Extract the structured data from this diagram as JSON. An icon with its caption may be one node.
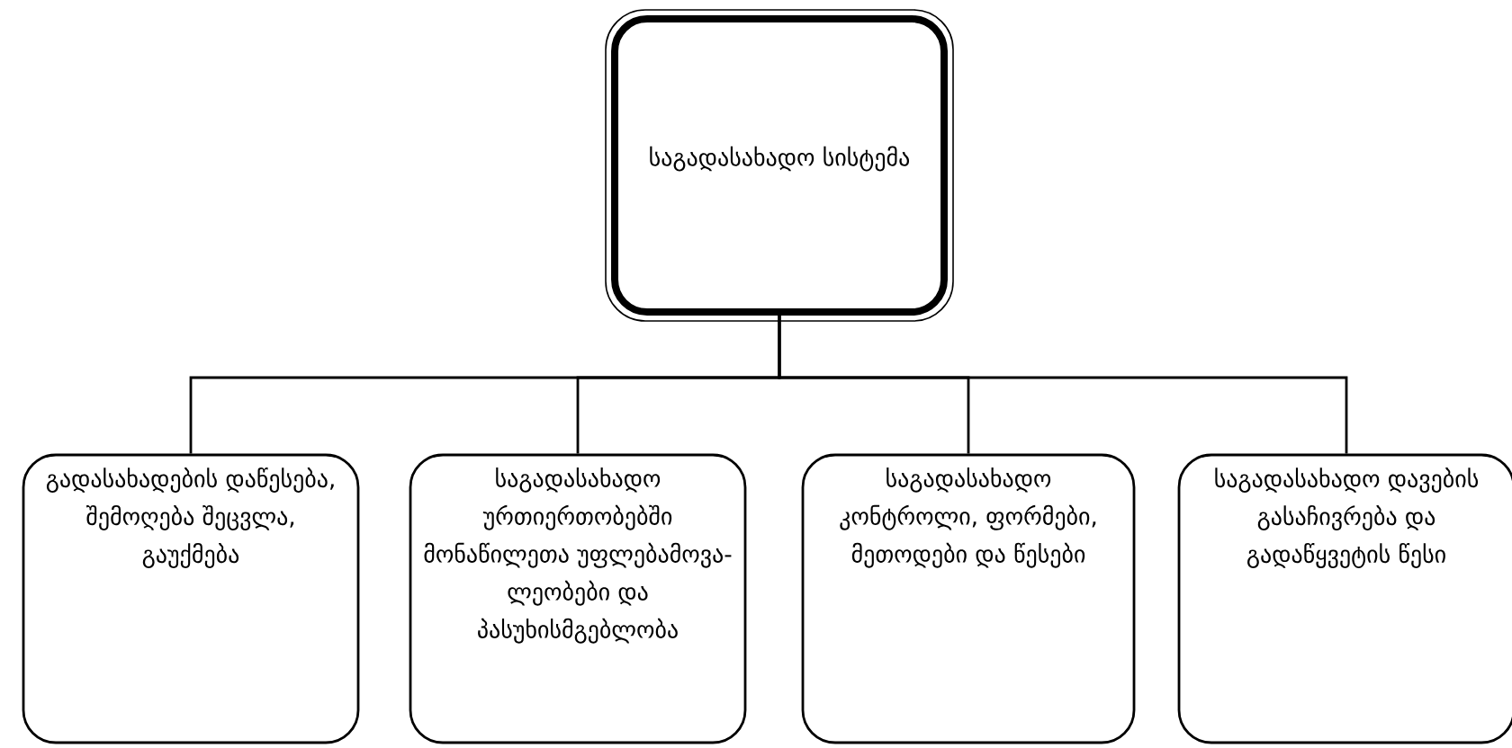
{
  "diagram": {
    "nodes": [
      {
        "text": [
          "საგადასახადო სისტემა"
        ]
      },
      {
        "text": [
          "გადასახადების დაწესება, შემოღება შეცვლა, გაუქმება"
        ]
      },
      {
        "text": [
          "საგადასახადო ურთიერთობებში მონაწილეთა უფლებამოვა- ლეობები და პასუხისმგებლობა"
        ]
      },
      {
        "text": [
          "საგადასახადო კონტროლი, ფორმები, მეთოდები და წესები"
        ]
      },
      {
        "text": [
          "საგადასახადო დავების გასაჩივრება და გადაწყვეტის წესი"
        ]
      }
    ],
    "edges": [
      {
        "from": 0,
        "to": 1,
        "arrow": "none"
      },
      {
        "from": 0,
        "to": 2,
        "arrow": "none"
      },
      {
        "from": 0,
        "to": 3,
        "arrow": "none"
      },
      {
        "from": 0,
        "to": 4,
        "arrow": "none"
      }
    ]
  }
}
